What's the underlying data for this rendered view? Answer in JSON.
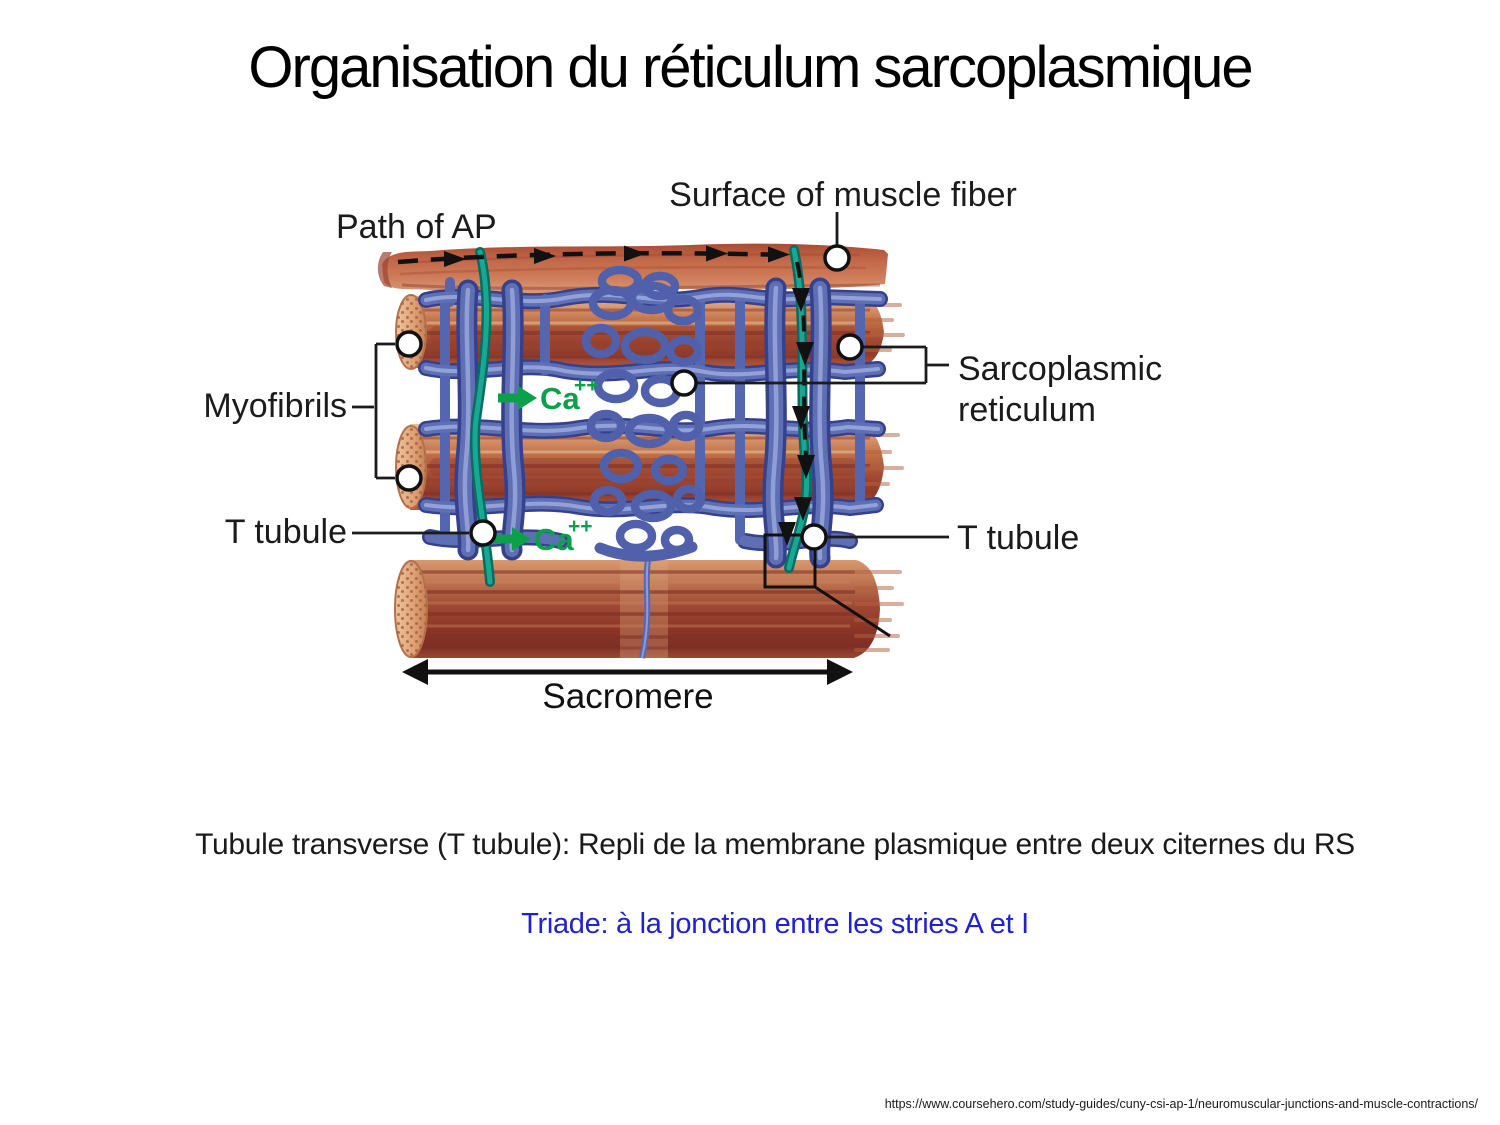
{
  "slide": {
    "title": "Organisation du réticulum sarcoplasmique",
    "body_line_1": "Tubule transverse (T tubule): Repli de la membrane plasmique entre deux citernes du RS",
    "body_line_2": "Triade: à la jonction entre les stries A et I",
    "source_url": "https://www.coursehero.com/study-guides/cuny-csi-ap-1/neuromuscular-junctions-and-muscle-contractions/"
  },
  "diagram": {
    "labels": {
      "path_of_ap": "Path of AP",
      "surface_of_muscle_fiber": "Surface of muscle fiber",
      "myofibrils": "Myofibrils",
      "sarcoplasmic_line1": "Sarcoplasmic",
      "sarcoplasmic_line2": "reticulum",
      "t_tubule_left": "T tubule",
      "t_tubule_right": "T tubule",
      "sacromere": "Sacromere",
      "ca_symbol": "Ca",
      "ca_charge": "++"
    },
    "colors": {
      "muscle_band": "#c97455",
      "muscle_fiber_light": "#e0a47c",
      "muscle_fiber_dark": "#8f3a2a",
      "sr_blue": "#5f6fb4",
      "sr_blue_dark": "#36418d",
      "sr_blue_light": "#98a7db",
      "t_tubule_teal": "#17a894",
      "ca_green": "#0ba04a",
      "callout_black": "#1b1b1b",
      "triade_text_blue": "#2121d0"
    }
  }
}
